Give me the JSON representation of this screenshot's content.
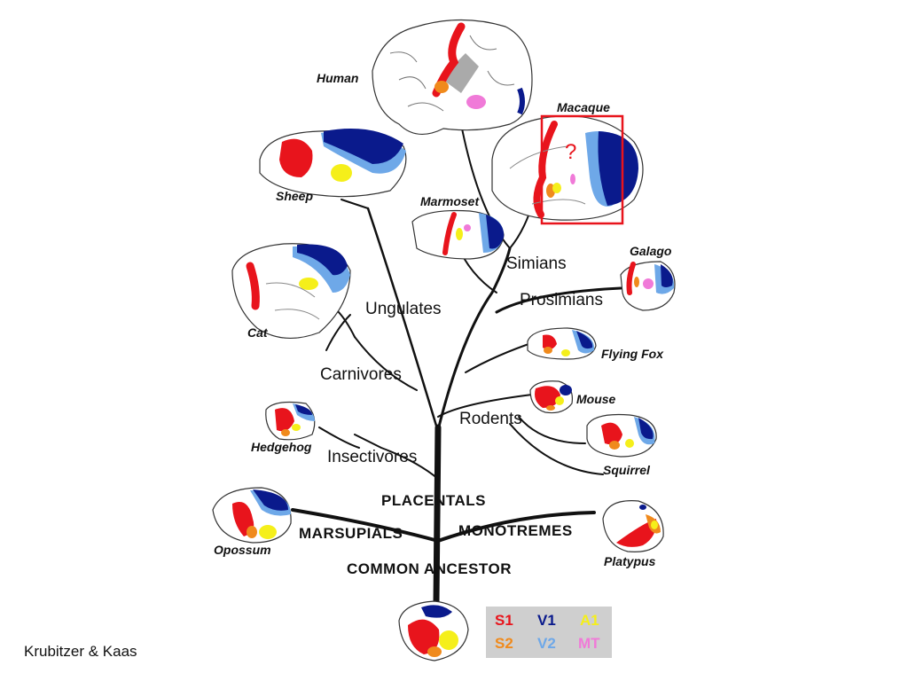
{
  "species": {
    "human": "Human",
    "macaque": "Macaque",
    "sheep": "Sheep",
    "marmoset": "Marmoset",
    "galago": "Galago",
    "cat": "Cat",
    "flying_fox": "Flying Fox",
    "mouse": "Mouse",
    "hedgehog": "Hedgehog",
    "squirrel": "Squirrel",
    "opossum": "Opossum",
    "platypus": "Platypus"
  },
  "groups": {
    "simians": "Simians",
    "prosimians": "Prosimians",
    "ungulates": "Ungulates",
    "carnivores": "Carnivores",
    "rodents": "Rodents",
    "insectivores": "Insectivores"
  },
  "major": {
    "placentals": "PLACENTALS",
    "marsupials": "MARSUPIALS",
    "monotremes": "MONOTREMES",
    "common_ancestor": "COMMON ANCESTOR"
  },
  "question_mark": "?",
  "legend": {
    "s1": "S1",
    "v1": "V1",
    "a1": "A1",
    "s2": "S2",
    "v2": "V2",
    "mt": "MT",
    "colors": {
      "S1": "#e8141c",
      "S2": "#f08a1c",
      "V1": "#0a1a8c",
      "V2": "#6ea8e8",
      "A1": "#f5ef1a",
      "MT": "#f07ad8"
    }
  },
  "credit": "Krubitzer & Kaas"
}
